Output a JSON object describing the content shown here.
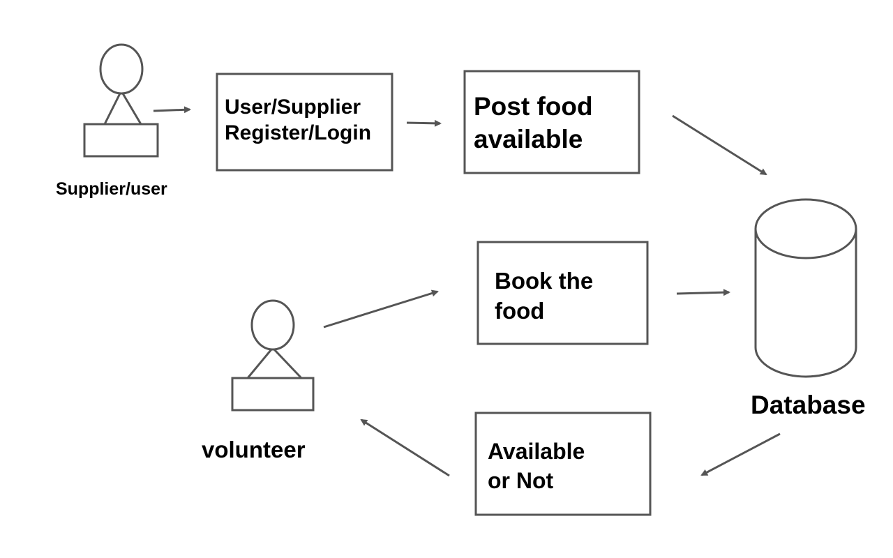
{
  "actors": {
    "supplier": {
      "label": "Supplier/user"
    },
    "volunteer": {
      "label": "volunteer"
    }
  },
  "process_boxes": {
    "register_login": {
      "line1": "User/Supplier",
      "line2": "Register/Login"
    },
    "post_food": {
      "line1": "Post food",
      "line2": "available"
    },
    "book_food": {
      "line1": "Book the",
      "line2": "food"
    },
    "availability": {
      "line1": "Available",
      "line2": "or Not"
    }
  },
  "datastore": {
    "label": "Database"
  },
  "colors": {
    "stroke": "#555555",
    "text": "#000000",
    "background": "#ffffff"
  }
}
